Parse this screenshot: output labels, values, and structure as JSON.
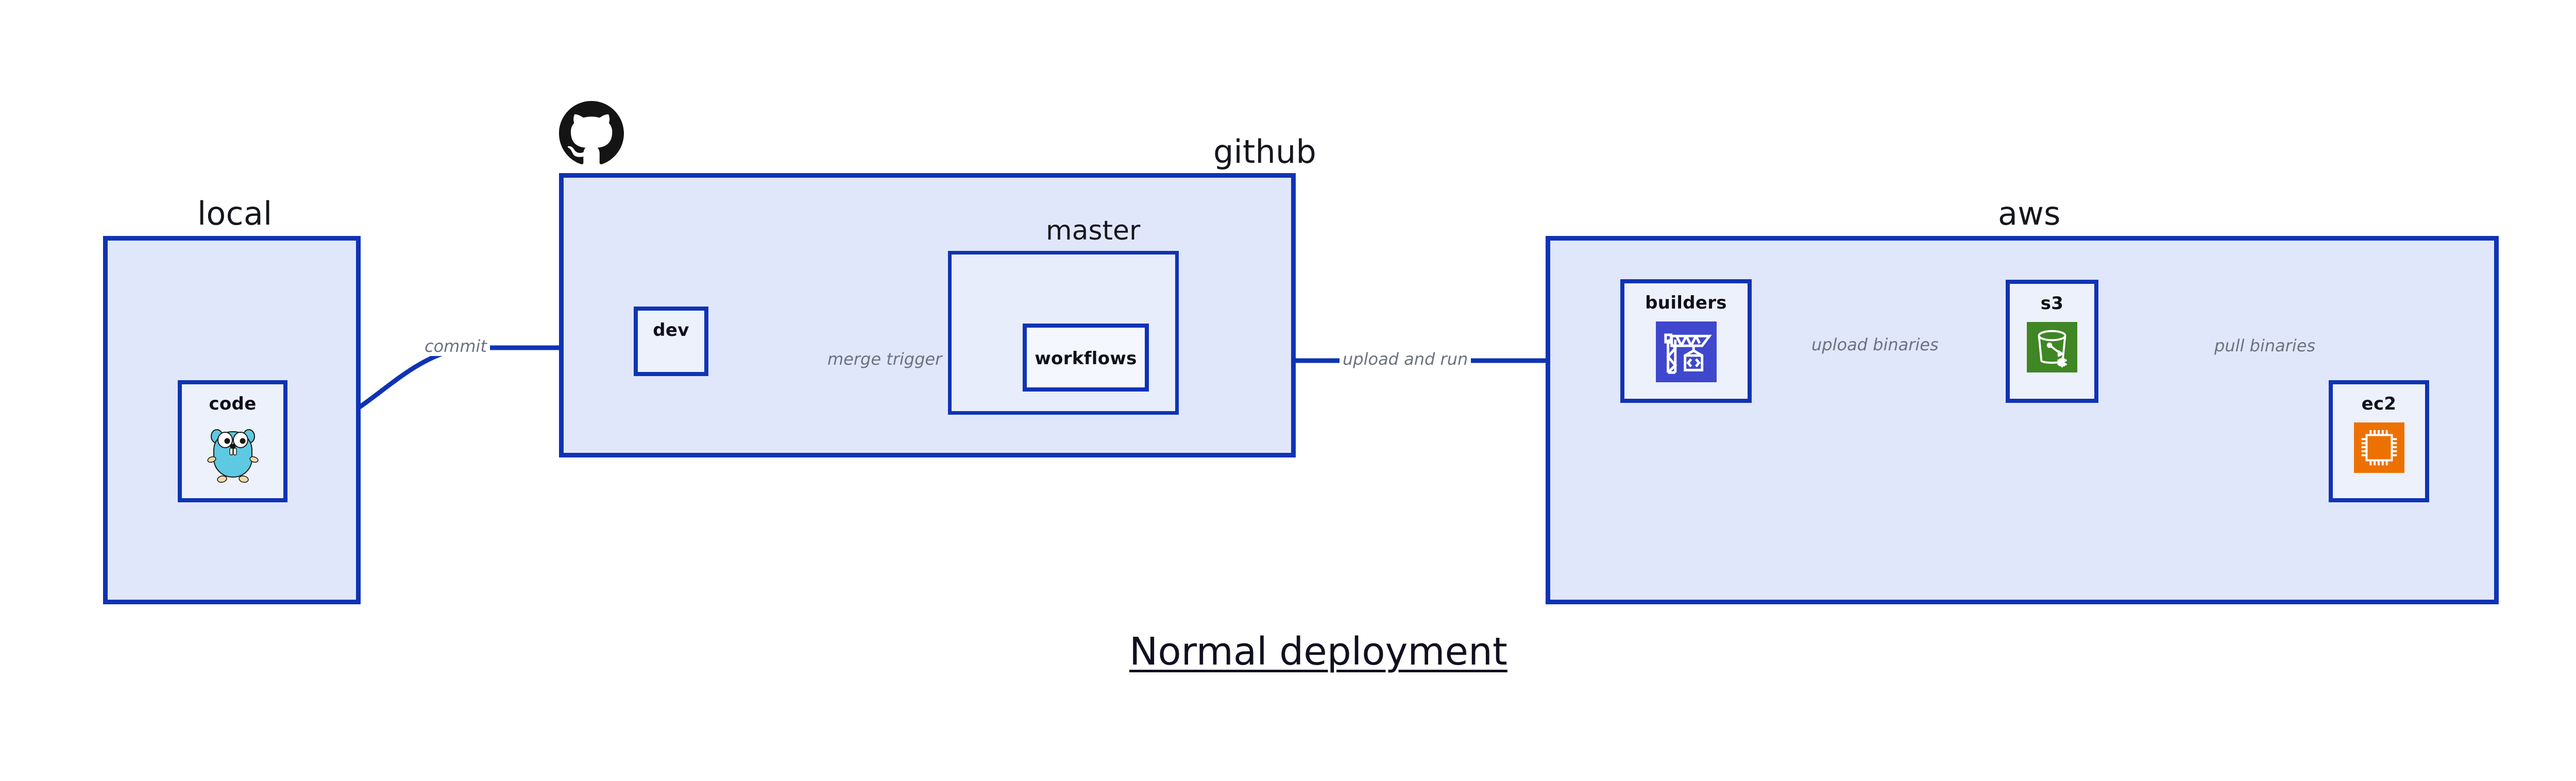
{
  "title": "Normal deployment",
  "colors": {
    "zone_fill": "#e1e7fa",
    "subzone_fill": "#e8edfb",
    "node_fill": "#edf1fc",
    "stroke": "#0f33b5",
    "edge_label": "#6b7280",
    "text": "#16171d",
    "aws_codebuild_blue": "#3f48cc",
    "aws_s3_green": "#3f8624",
    "aws_ec2_orange": "#ed7100",
    "go_gopher_teal": "#5dc9e2",
    "github_black": "#141414"
  },
  "zones": [
    {
      "id": "local",
      "label": "local"
    },
    {
      "id": "github",
      "label": "github"
    },
    {
      "id": "aws",
      "label": "aws"
    }
  ],
  "subzones": [
    {
      "id": "master",
      "label": "master",
      "parent": "github"
    }
  ],
  "nodes": [
    {
      "id": "code",
      "label": "code",
      "icon": "go-gopher-icon",
      "zone": "local"
    },
    {
      "id": "dev",
      "label": "dev",
      "icon": null,
      "zone": "github"
    },
    {
      "id": "workflows",
      "label": "workflows",
      "icon": null,
      "zone": "master"
    },
    {
      "id": "builders",
      "label": "builders",
      "icon": "aws-codebuild-icon",
      "zone": "aws"
    },
    {
      "id": "s3",
      "label": "s3",
      "icon": "aws-s3-glacier-icon",
      "zone": "aws"
    },
    {
      "id": "ec2",
      "label": "ec2",
      "icon": "aws-ec2-chip-icon",
      "zone": "aws"
    }
  ],
  "edges": [
    {
      "id": "commit",
      "label": "commit",
      "from": "code",
      "to": "dev"
    },
    {
      "id": "merge-trigger",
      "label": "merge trigger",
      "from": "dev",
      "to": "workflows"
    },
    {
      "id": "upload-and-run",
      "label": "upload and run",
      "from": "workflows",
      "to": "builders"
    },
    {
      "id": "upload-binaries",
      "label": "upload binaries",
      "from": "builders",
      "to": "s3"
    },
    {
      "id": "pull-binaries",
      "label": "pull binaries",
      "from": "s3",
      "to": "ec2"
    }
  ],
  "logos": [
    {
      "id": "github-logo",
      "name": "github-octocat-icon"
    }
  ]
}
